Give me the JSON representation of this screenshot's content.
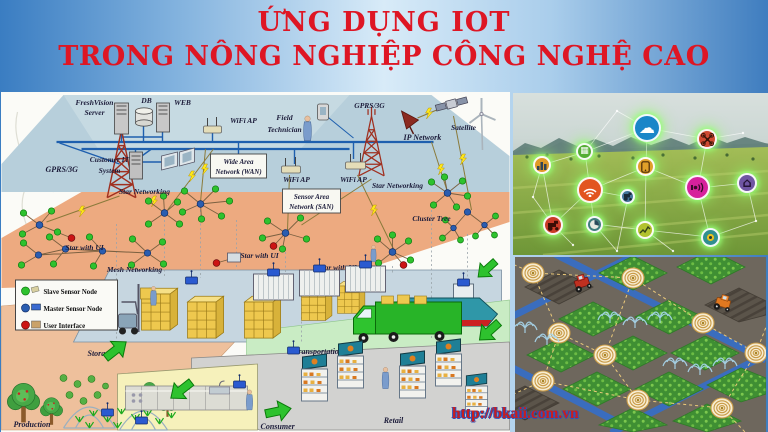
{
  "title": {
    "line1": "ỨNG DỤNG IOT",
    "line2": "TRONG NÔNG NGHIỆP CÔNG NGHỆ CAO"
  },
  "watermark": {
    "url": "http://bkaii.com.vn"
  },
  "colors": {
    "title_red": "#de1624",
    "bg_blue_edge": "#3a7dc2",
    "bg_blue_center": "#d8ebf8",
    "network_band": "#b7cfdb",
    "sensor_band": "#edaa80",
    "backbone_blue": "#1e5fae",
    "slave_node_green": "#2ec22e",
    "master_node_blue": "#2a5db0",
    "user_interface_red": "#cc1414",
    "url_red": "#c81e1e",
    "url_outline_blue": "#2a52be"
  },
  "diagram": {
    "labels": {
      "fresh_vision_1": "FreshVision",
      "fresh_vision_2": "Server",
      "db": "DB",
      "web": "WEB",
      "wifi_ap": "WiFi AP",
      "gprs_3g": "GPRS/3G",
      "customer_it_1": "Customer IT",
      "customer_it_2": "System",
      "wan_1": "Wide Area",
      "wan_2": "Network (WAN)",
      "field_technician_1": "Field",
      "field_technician_2": "Technician",
      "ip_network": "IP Network",
      "satellite": "Satellite",
      "san_1": "Sensor Area",
      "san_2": "Network (SAN)",
      "star_networking": "Star Networking",
      "mesh_networking": "Mesh Networking",
      "cluster_tree": "Cluster Tree",
      "star_with_ui": "Star with UI",
      "storage": "Storage",
      "production": "Production",
      "transportation": "Transportation",
      "consumer": "Consumer",
      "retail": "Retail",
      "ship_name": "FreshVision"
    },
    "legend": {
      "items": [
        {
          "label": "Slave Sensor Node",
          "color": "#2ec22e"
        },
        {
          "label": "Master Sensor Node",
          "color": "#2a5db0"
        },
        {
          "label": "User Interface",
          "color": "#cc1414"
        }
      ]
    }
  },
  "iot_field_photo": {
    "icons": [
      {
        "name": "cloud",
        "glyph": "☁",
        "color": "#1a86c8"
      },
      {
        "name": "drone",
        "color": "#cf4a32"
      },
      {
        "name": "crop-field",
        "glyph": "▦",
        "color": "#54ae35"
      },
      {
        "name": "bar-chart",
        "color": "#e09a28"
      },
      {
        "name": "wifi",
        "color": "#e2551f"
      },
      {
        "name": "tablet",
        "color": "#e0a02a"
      },
      {
        "name": "tractor-blue",
        "color": "#44749a"
      },
      {
        "name": "sound-sensor",
        "color": "#d6219c"
      },
      {
        "name": "barn",
        "glyph": "⌂",
        "color": "#6f55a2"
      },
      {
        "name": "tractor-red",
        "color": "#c93b28"
      },
      {
        "name": "pie-chart",
        "color": "#3f7d7d"
      },
      {
        "name": "line-chart",
        "color": "#b2c22e"
      },
      {
        "name": "sun-sensor",
        "color": "#2f8f8f"
      }
    ]
  },
  "farm_map": {
    "sensor_nodes": 9,
    "tractors": 2,
    "sprinklers": 8
  }
}
